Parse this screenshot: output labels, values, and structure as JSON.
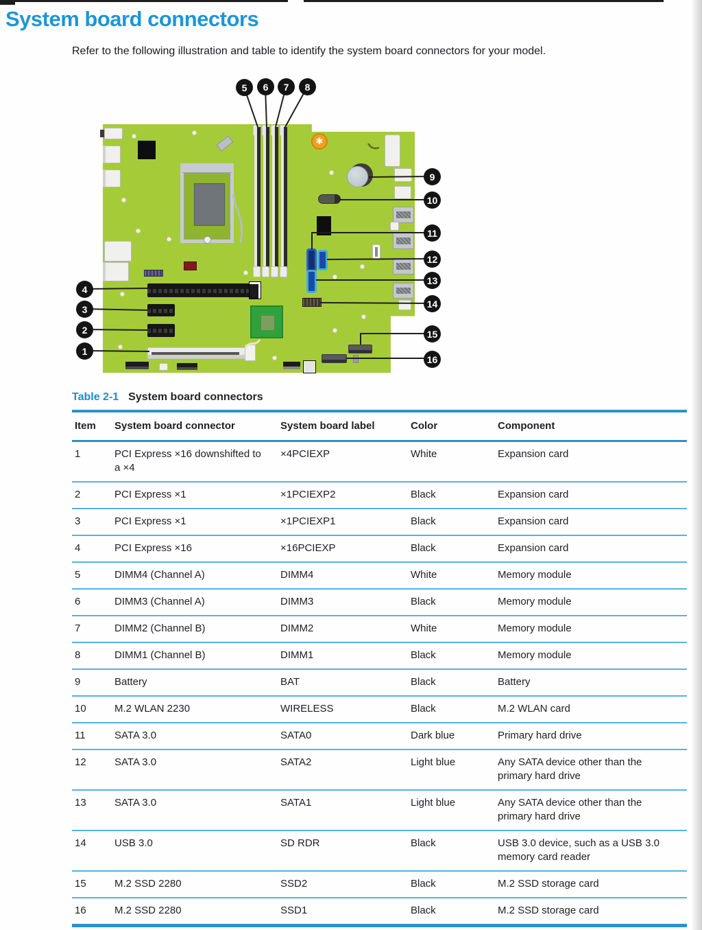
{
  "page": {
    "title": "System board connectors",
    "intro": "Refer to the following illustration and table to identify the system board connectors for your model."
  },
  "figure": {
    "callouts": [
      "1",
      "2",
      "3",
      "4",
      "5",
      "6",
      "7",
      "8",
      "9",
      "10",
      "11",
      "12",
      "13",
      "14",
      "15",
      "16"
    ],
    "screw_glyph": "✱"
  },
  "table": {
    "caption": {
      "label": "Table 2-1",
      "title": "System board connectors"
    },
    "columns": [
      "Item",
      "System board connector",
      "System board label",
      "Color",
      "Component"
    ],
    "rows": [
      [
        "1",
        "PCI Express ×16 downshifted to a ×4",
        "×4PCIEXP",
        "White",
        "Expansion card"
      ],
      [
        "2",
        "PCI Express ×1",
        "×1PCIEXP2",
        "Black",
        "Expansion card"
      ],
      [
        "3",
        "PCI Express ×1",
        "×1PCIEXP1",
        "Black",
        "Expansion card"
      ],
      [
        "4",
        "PCI Express ×16",
        "×16PCIEXP",
        "Black",
        "Expansion card"
      ],
      [
        "5",
        "DIMM4 (Channel A)",
        "DIMM4",
        "White",
        "Memory module"
      ],
      [
        "6",
        "DIMM3 (Channel A)",
        "DIMM3",
        "Black",
        "Memory module"
      ],
      [
        "7",
        "DIMM2 (Channel B)",
        "DIMM2",
        "White",
        "Memory module"
      ],
      [
        "8",
        "DIMM1 (Channel B)",
        "DIMM1",
        "Black",
        "Memory module"
      ],
      [
        "9",
        "Battery",
        "BAT",
        "Black",
        "Battery"
      ],
      [
        "10",
        "M.2 WLAN 2230",
        "WIRELESS",
        "Black",
        "M.2 WLAN card"
      ],
      [
        "11",
        "SATA 3.0",
        "SATA0",
        "Dark blue",
        "Primary hard drive"
      ],
      [
        "12",
        "SATA 3.0",
        "SATA2",
        "Light blue",
        "Any SATA device other than the primary hard drive"
      ],
      [
        "13",
        "SATA 3.0",
        "SATA1",
        "Light blue",
        "Any SATA device other than the primary hard drive"
      ],
      [
        "14",
        "USB 3.0",
        "SD RDR",
        "Black",
        "USB 3.0 device, such as a USB 3.0 memory card reader"
      ],
      [
        "15",
        "M.2 SSD 2280",
        "SSD2",
        "Black",
        "M.2 SSD storage card"
      ],
      [
        "16",
        "M.2 SSD 2280",
        "SSD1",
        "Black",
        "M.2 SSD storage card"
      ]
    ]
  },
  "colors": {
    "heading_blue": "#1e96d4",
    "table_border_blue": "#2a92cc",
    "row_divider_blue": "#56b2e2",
    "board_green": "#a6cb39",
    "callout_black": "#141414"
  }
}
